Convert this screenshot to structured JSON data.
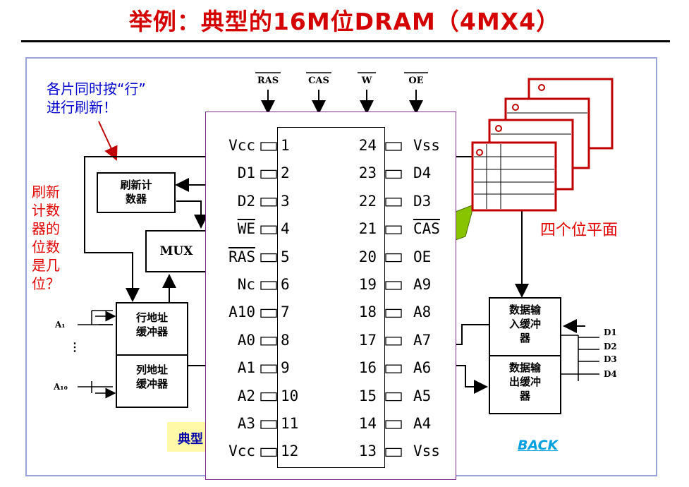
{
  "title": "举例：典型的16M位DRAM（4MX4）",
  "notes": {
    "refresh_all": [
      "各片同时按“行”",
      "进行刷新！"
    ],
    "counter_question": [
      "刷新",
      "计数",
      "器的",
      "位数",
      "是几",
      "位？"
    ],
    "planes": "四个位平面"
  },
  "blocks": {
    "refresh_counter": [
      "刷新计",
      "数器"
    ],
    "mux": "MUX",
    "row_buffer": [
      "行地址",
      "缓冲器"
    ],
    "col_buffer": [
      "列地址",
      "缓冲器"
    ],
    "data_in": [
      "数据输",
      "入缓冲",
      "器"
    ],
    "data_out": [
      "数据输",
      "出缓冲",
      "器"
    ]
  },
  "top_signals": [
    "RAS",
    "CAS",
    "W",
    "OE"
  ],
  "address_labels": {
    "a1": "A₁",
    "dots": "⋮",
    "a10": "A₁₀"
  },
  "data_lines": [
    "D1",
    "D2",
    "D3",
    "D4"
  ],
  "pins_left": [
    {
      "name": "Vcc",
      "num": "1"
    },
    {
      "name": "D1",
      "num": "2"
    },
    {
      "name": "D2",
      "num": "3"
    },
    {
      "name": "WE",
      "num": "4"
    },
    {
      "name": "RAS",
      "num": "5"
    },
    {
      "name": "Nc",
      "num": "6"
    },
    {
      "name": "A10",
      "num": "7"
    },
    {
      "name": "A0",
      "num": "8"
    },
    {
      "name": "A1",
      "num": "9"
    },
    {
      "name": "A2",
      "num": "10"
    },
    {
      "name": "A3",
      "num": "11"
    },
    {
      "name": "Vcc",
      "num": "12"
    }
  ],
  "pins_right": [
    {
      "name": "Vss",
      "num": "24"
    },
    {
      "name": "D4",
      "num": "23"
    },
    {
      "name": "D3",
      "num": "22"
    },
    {
      "name": "CAS",
      "num": "21"
    },
    {
      "name": "OE",
      "num": "20"
    },
    {
      "name": "A9",
      "num": "19"
    },
    {
      "name": "A8",
      "num": "18"
    },
    {
      "name": "A7",
      "num": "17"
    },
    {
      "name": "A6",
      "num": "16"
    },
    {
      "name": "A5",
      "num": "15"
    },
    {
      "name": "A4",
      "num": "14"
    },
    {
      "name": "Vss",
      "num": "13"
    }
  ],
  "footer_partial": "典型",
  "back_link": "BACK",
  "colors": {
    "title": "#d40000",
    "note": "#0000cc",
    "plane": "#cc0000",
    "back": "#00a0e0"
  }
}
